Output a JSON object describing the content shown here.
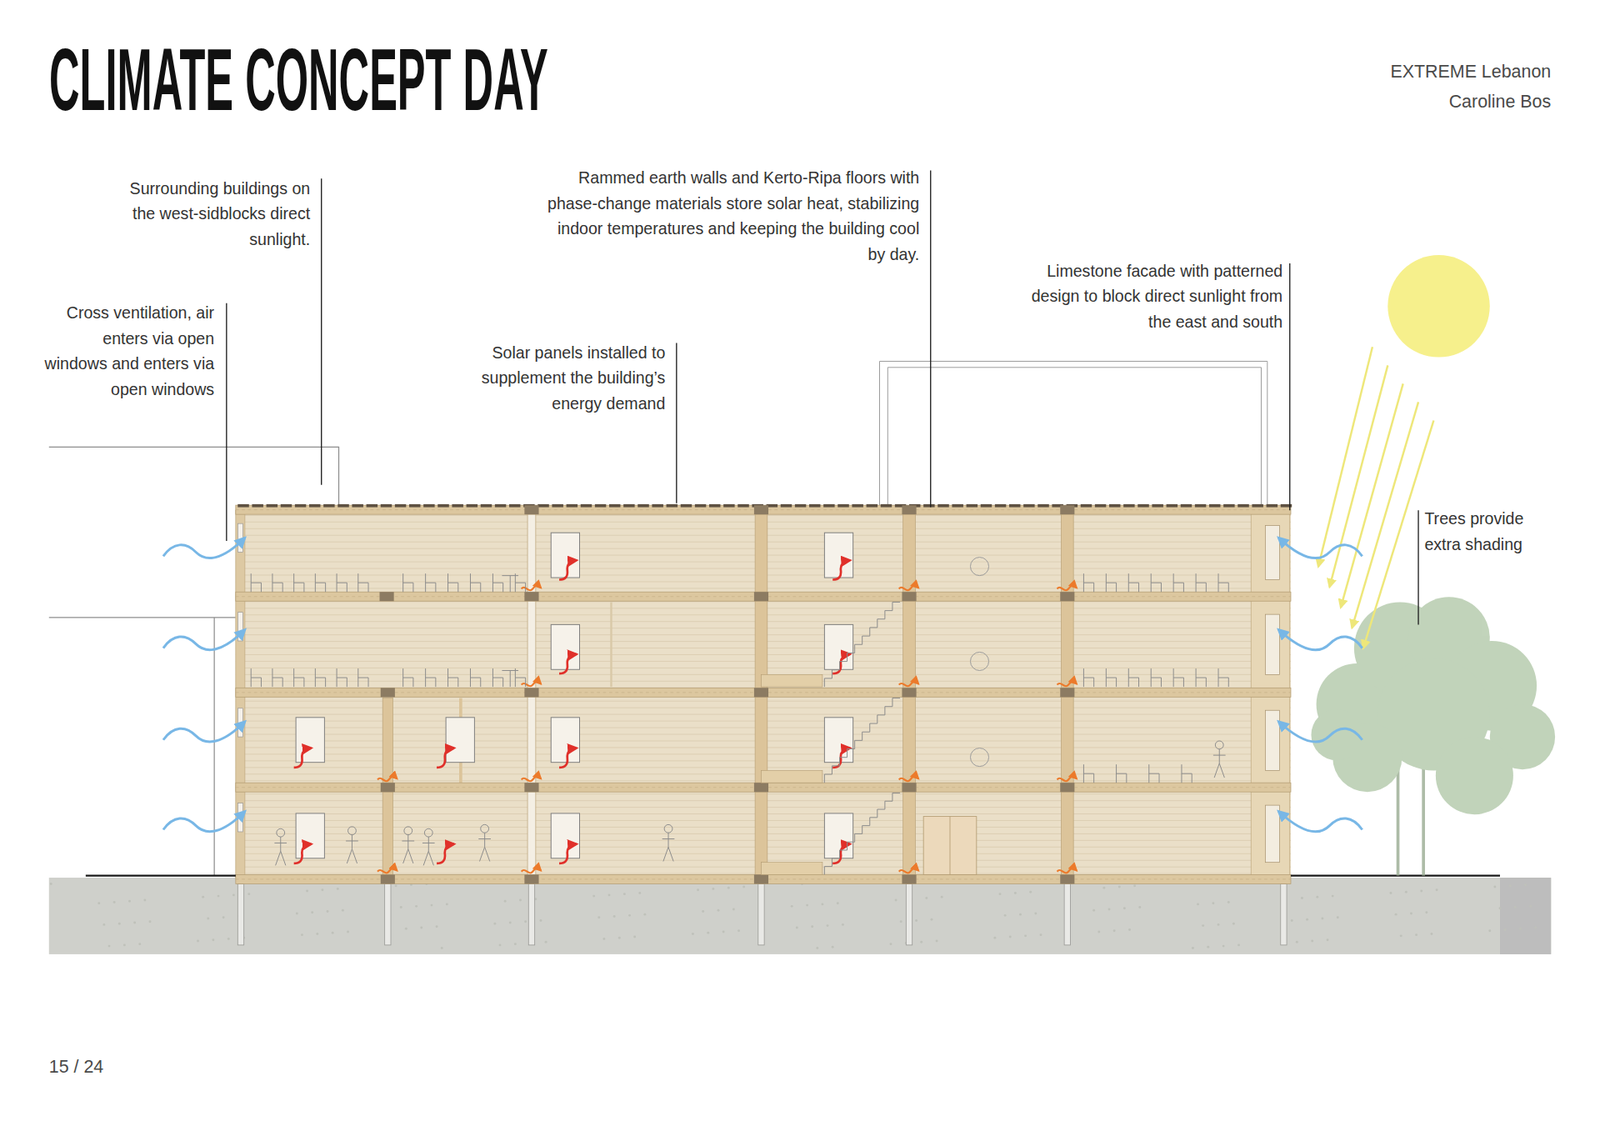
{
  "diagram": {
    "title": "CLIMATE CONCEPT DAY",
    "labels": [
      "EXTREME Lebanon",
      "Caroline Bos",
      "Surrounding buildings on the west-sidblocks direct sunlight.",
      "Cross ventilation, air enters via open windows and enters via open windows",
      "Solar panels installed to supplement the building’s energy demand",
      "Rammed earth walls and Kerto-Ripa floors with phase-change materials store solar heat, stabilizing indoor temperatures and keeping the building cool by day.",
      "Limestone facade with patterned design to block direct sunlight from the east and south",
      "Trees provide extra shading",
      "15 / 24"
    ]
  }
}
